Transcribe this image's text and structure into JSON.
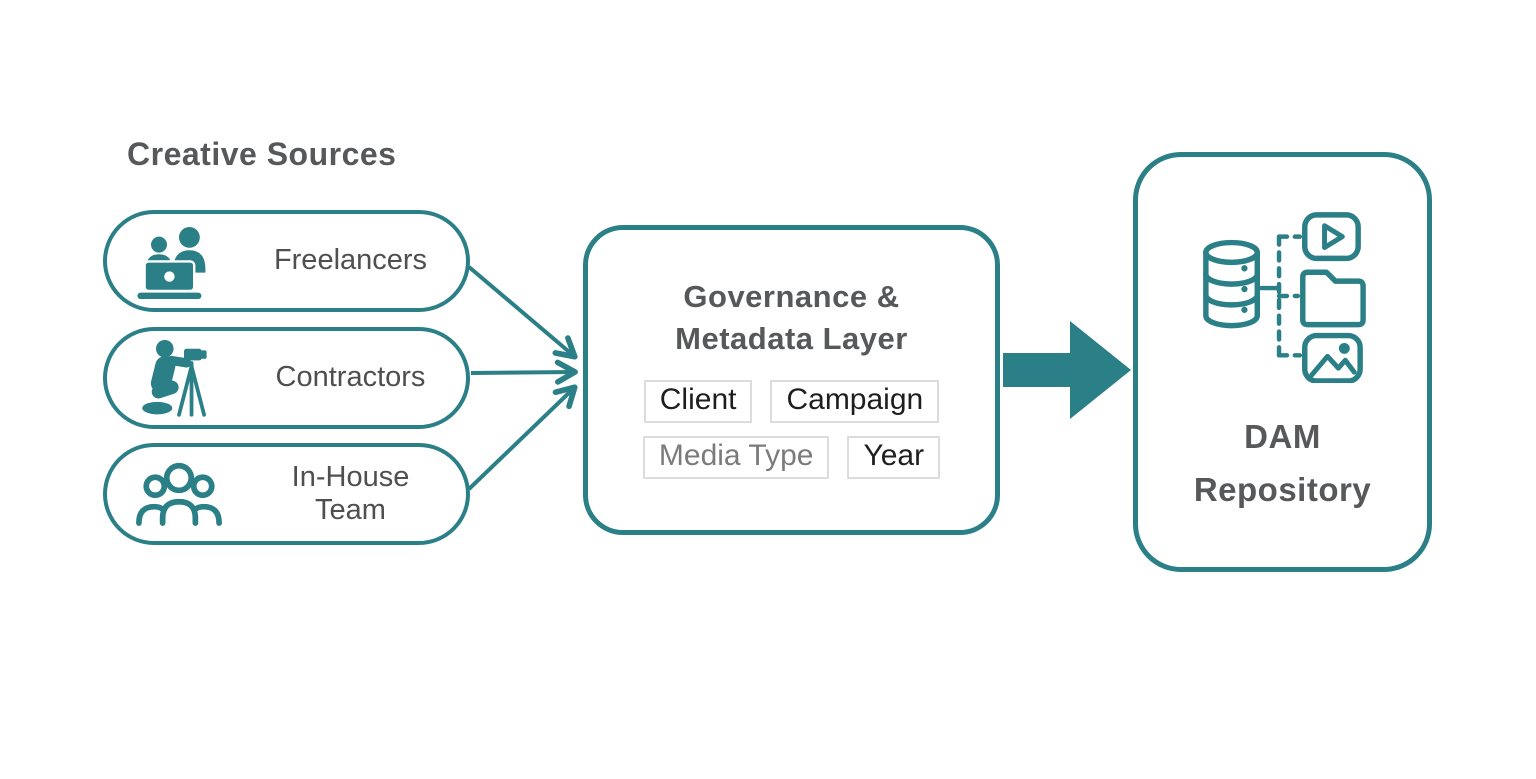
{
  "colors": {
    "accent_teal": "#2b7f87",
    "heading_gray": "#57585a",
    "label_gray": "#4f4f4f",
    "tag_text": "#1e1e1e",
    "tag_muted_text": "#7b7b7b",
    "tag_border": "#dcdcdc"
  },
  "creative_sources": {
    "heading": "Creative Sources",
    "items": [
      {
        "label": "Freelancers",
        "icon": "freelancers-duo-laptop-icon"
      },
      {
        "label": "Contractors",
        "icon": "photographer-tripod-icon"
      },
      {
        "label": "In-House Team",
        "icon": "team-group-icon"
      }
    ]
  },
  "governance": {
    "title": "Governance & Metadata Layer",
    "tags": [
      {
        "label": "Client"
      },
      {
        "label": "Campaign"
      },
      {
        "label": "Media Type"
      },
      {
        "label": "Year"
      }
    ]
  },
  "repository": {
    "title": "DAM Repository",
    "icon": "database-asset-tree-icon"
  }
}
